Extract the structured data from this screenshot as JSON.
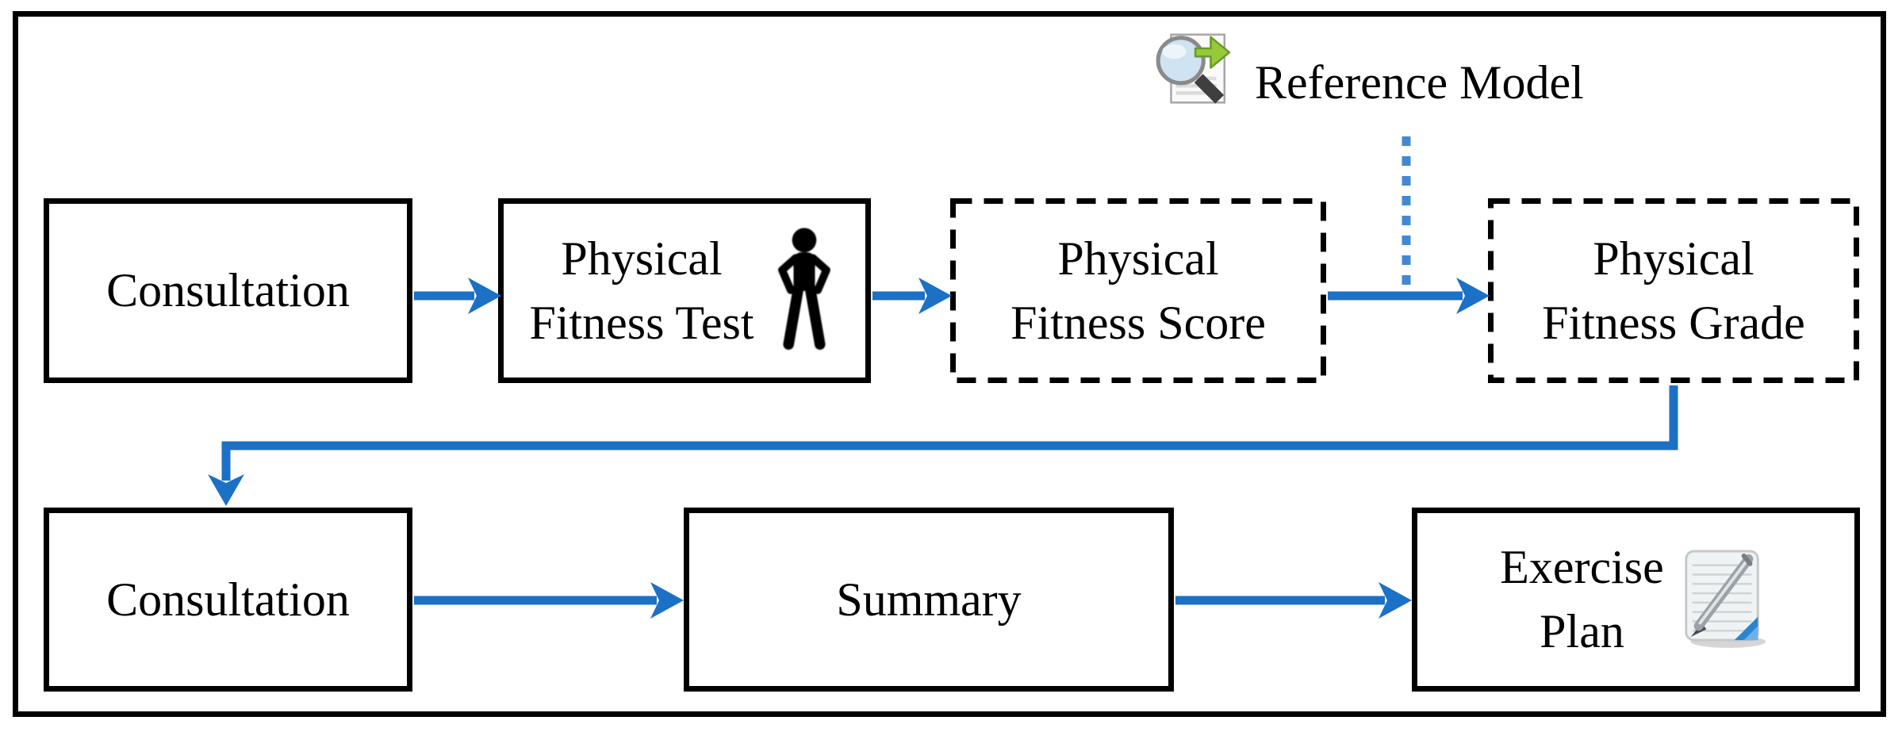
{
  "colors": {
    "arrow_blue": "#1c70c5",
    "dotted_blue": "#4189d4",
    "border_black": "#000000",
    "canvas_bg": "#ffffff"
  },
  "diagram": {
    "top_row": {
      "consultation": {
        "label": "Consultation"
      },
      "physical_fitness_test": {
        "line1": "Physical",
        "line2": "Fitness Test",
        "icon": "person-icon"
      },
      "physical_fitness_score": {
        "line1": "Physical",
        "line2": "Fitness Score"
      },
      "physical_fitness_grade": {
        "line1": "Physical",
        "line2": "Fitness Grade"
      }
    },
    "reference_model": {
      "label": "Reference Model",
      "icon": "magnifier-document-icon"
    },
    "bottom_row": {
      "consultation": {
        "label": "Consultation"
      },
      "summary": {
        "label": "Summary"
      },
      "exercise_plan": {
        "line1": "Exercise",
        "line2": "Plan",
        "icon": "notepad-pen-icon"
      }
    }
  }
}
